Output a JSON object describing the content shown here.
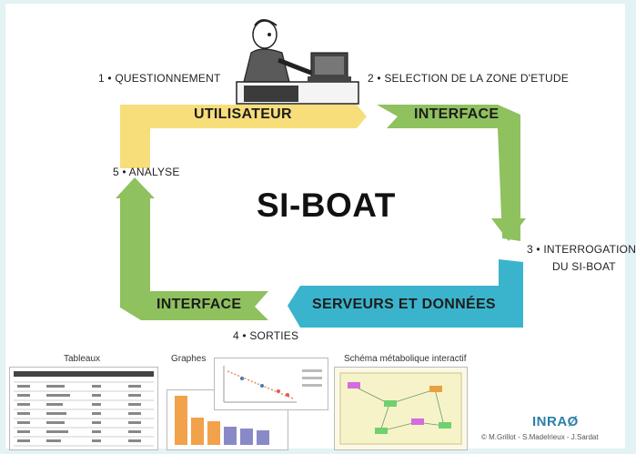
{
  "diagram": {
    "title": "SI-BOAT",
    "steps": {
      "s1": "1 • QUESTIONNEMENT",
      "s2": "2 • SELECTION DE  LA ZONE D'ETUDE",
      "s3a": "3 • INTERROGATION",
      "s3b": "DU SI-BOAT",
      "s4": "4 • SORTIES",
      "s5": "5 • ANALYSE"
    },
    "bands": {
      "top_left": "UTILISATEUR",
      "top_right": "INTERFACE",
      "bottom_right": "SERVEURS ET DONNÉES",
      "bottom_left": "INTERFACE"
    },
    "colors": {
      "yellow": "#f7de7a",
      "green": "#8fc15e",
      "blue": "#3ab4cd"
    }
  },
  "outputs": {
    "tables_label": "Tableaux",
    "graphs_label": "Graphes",
    "schema_label": "Schéma métabolique interactif"
  },
  "footer": {
    "brand": "INRAØ",
    "credits": "© M.Grillot - S.Madelrieux - J.Sardat"
  }
}
